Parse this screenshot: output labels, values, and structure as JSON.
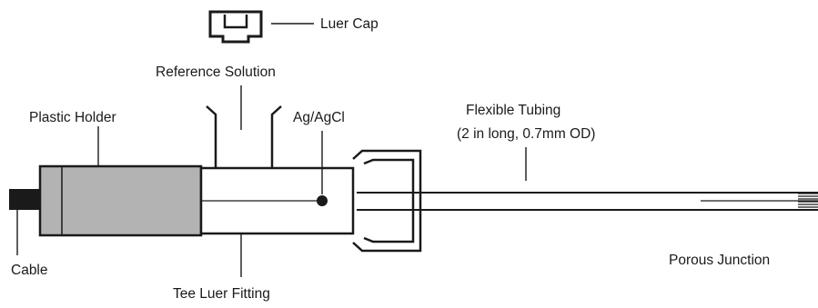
{
  "labels": {
    "luer_cap": "Luer Cap",
    "reference_solution": "Reference Solution",
    "plastic_holder": "Plastic Holder",
    "ag_agcl": "Ag/AgCl",
    "flexible_tubing_line1": "Flexible Tubing",
    "flexible_tubing_line2": "(2 in long, 0.7mm OD)",
    "cable": "Cable",
    "tee_luer_fitting": "Tee Luer Fitting",
    "porous_junction": "Porous Junction"
  },
  "colors": {
    "ink": "#1a1a1a",
    "holder_fill": "#b3b3b3",
    "background": "#ffffff"
  }
}
